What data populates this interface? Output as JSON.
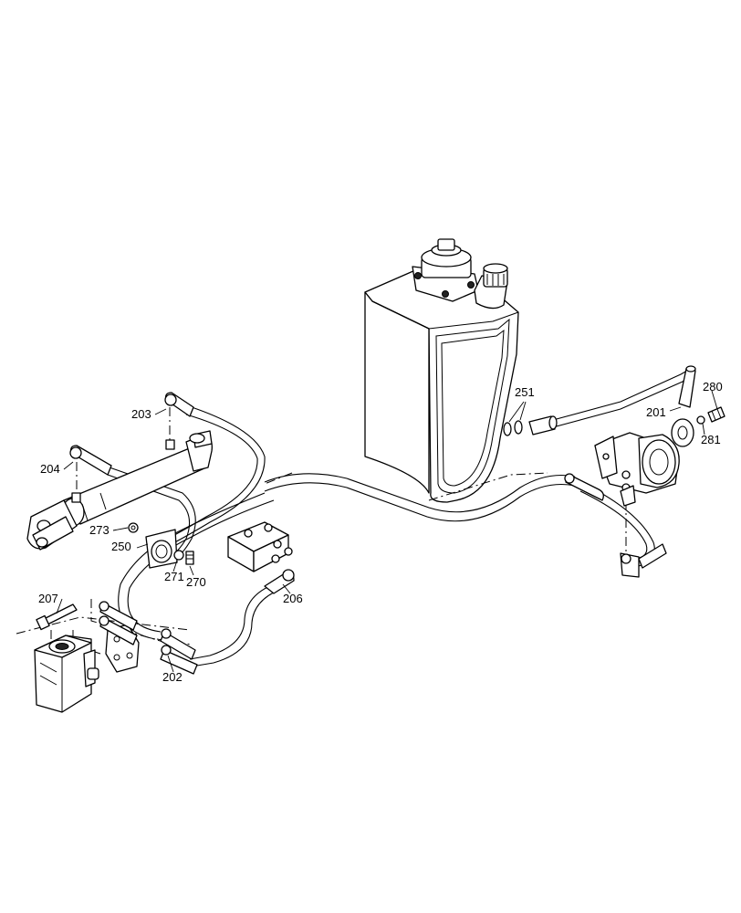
{
  "callouts": {
    "c201": "201",
    "c202": "202",
    "c203": "203",
    "c204": "204",
    "c206": "206",
    "c207": "207",
    "c250": "250",
    "c251": "251",
    "c270": "270",
    "c271": "271",
    "c273": "273",
    "c280": "280",
    "c281": "281"
  }
}
